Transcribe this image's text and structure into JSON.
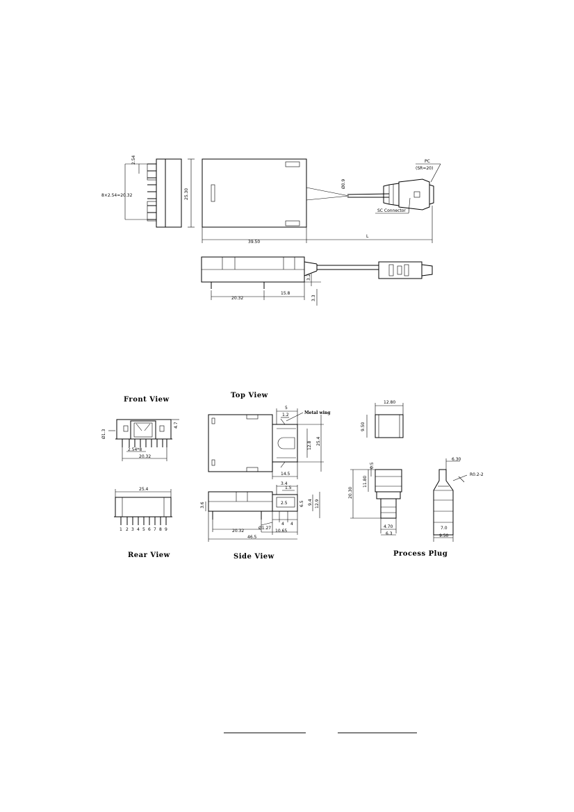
{
  "upper_drawing": {
    "dim_pin_pitch": "2.54",
    "dim_pin_span": "8×2.54=20.32",
    "dim_body_height": "25.30",
    "dim_fiber_dia": "Ø0.9",
    "label_pc": "PC",
    "label_sr": "(SR=20)",
    "label_sc_connector": "SC Connector",
    "dim_body_length": "39.50",
    "dim_cable_length": "L",
    "dim_pin_offset_a": "20.32",
    "dim_pin_offset_b": "15.8",
    "dim_standoff": "3.2",
    "dim_pin_length": "3.3"
  },
  "lower_drawing": {
    "front_view_title": "Front  View",
    "top_view_title": "Top  View",
    "rear_view_title": "Rear  View",
    "side_view_title": "Side  View",
    "process_plug_title": "Process    Plug",
    "front": {
      "dim_a": "4.7",
      "dim_b": "Ø1.3",
      "dim_c": "2.54*8",
      "dim_d": "20.32"
    },
    "top": {
      "dim_a": "5",
      "dim_b": "1.2",
      "label_metal_wing": "Metal wing",
      "dim_c": "12.8",
      "dim_d": "25.4",
      "dim_e": "14.5"
    },
    "rear": {
      "dim_width": "25.4",
      "pin_numbers": [
        "1",
        "2",
        "3",
        "4",
        "5",
        "6",
        "7",
        "8",
        "9"
      ]
    },
    "side": {
      "dim_a": "3.6",
      "dim_b": "3.4",
      "dim_c": "1.5",
      "dim_d": "2.5",
      "dim_e": "6.5",
      "dim_f": "9.4",
      "dim_g": "12.9",
      "dim_h": "Ø1.27",
      "dim_i": "20.32",
      "dim_j": "10.65",
      "dim_k": "4",
      "dim_l": "4",
      "dim_m": "46.5"
    },
    "plug": {
      "dim_a": "12.80",
      "dim_b": "9.50",
      "dim_c": "0.5",
      "dim_d": "11.80",
      "dim_e": "20.30",
      "dim_f": "4.70",
      "dim_g": "6.3",
      "dim_h": "6.30",
      "dim_i": "R0.2-2",
      "dim_j": "7.0",
      "dim_k": "9.50"
    }
  },
  "signatures": {
    "line_count": 2
  }
}
